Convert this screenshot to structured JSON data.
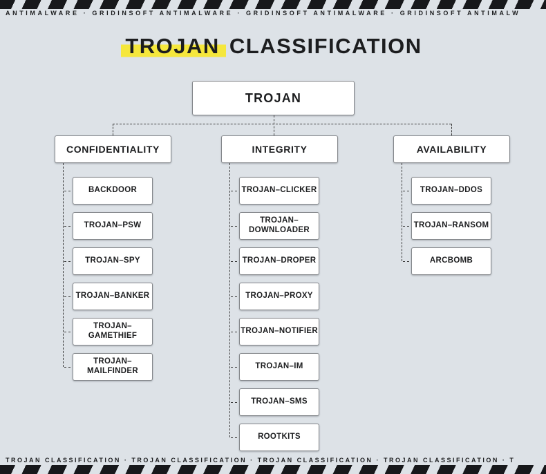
{
  "colors": {
    "background": "#dde2e7",
    "accent_highlight": "#f5e73c",
    "stripe": "#17181b",
    "connector": "#3b3b3b",
    "box_border": "#84878b",
    "box_background": "#ffffff",
    "text": "#1c1d1f"
  },
  "top_banner": {
    "text": "ANTIMALWARE · GRIDINSOFT ANTIMALWARE · GRIDINSOFT ANTIMALWARE · GRIDINSOFT ANTIMALW"
  },
  "bottom_banner": {
    "text": "TROJAN CLASSIFICATION · TROJAN CLASSIFICATION · TROJAN CLASSIFICATION · TROJAN CLASSIFICATION · T"
  },
  "title": {
    "highlight": "TROJAN",
    "rest": " CLASSIFICATION"
  },
  "root": {
    "label": "TROJAN"
  },
  "columns": [
    {
      "name": "CONFIDENTIALITY",
      "items": [
        "BACKDOOR",
        "TROJAN–PSW",
        "TROJAN–SPY",
        "TROJAN–BANKER",
        "TROJAN–\nGAMETHIEF",
        "TROJAN–\nMAILFINDER"
      ]
    },
    {
      "name": "INTEGRITY",
      "items": [
        "TROJAN–CLICKER",
        "TROJAN–\nDOWNLOADER",
        "TROJAN–DROPER",
        "TROJAN–PROXY",
        "TROJAN–NOTIFIER",
        "TROJAN–IM",
        "TROJAN–SMS",
        "ROOTKITS"
      ]
    },
    {
      "name": "AVAILABILITY",
      "items": [
        "TROJAN–DDOS",
        "TROJAN–RANSOM",
        "ARCBOMB"
      ]
    }
  ]
}
